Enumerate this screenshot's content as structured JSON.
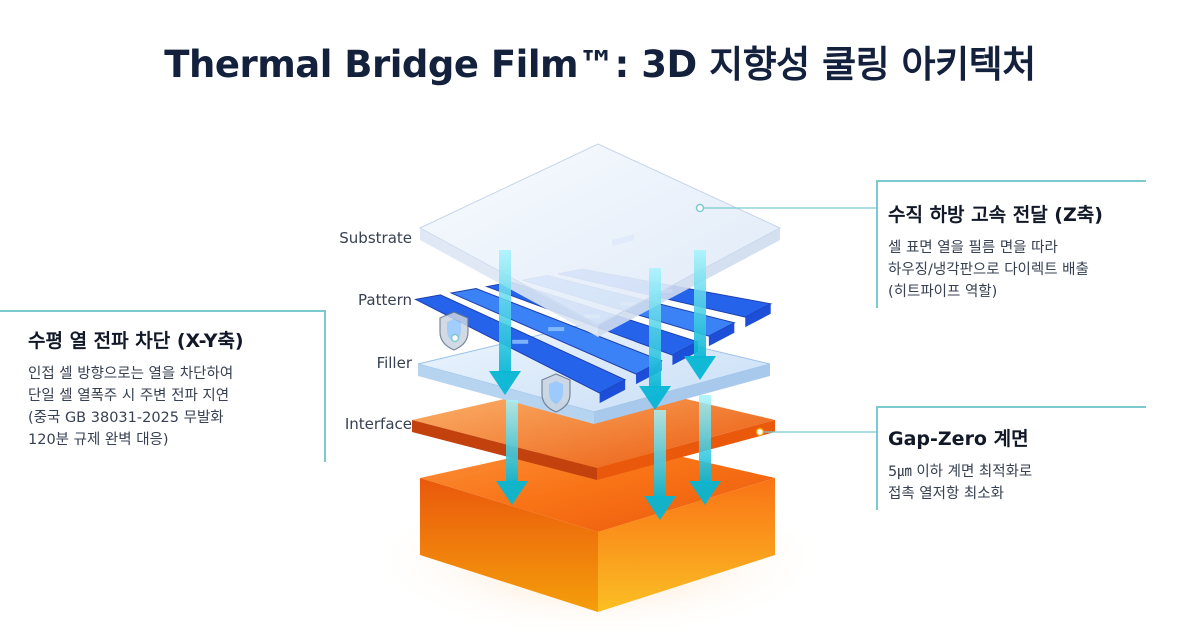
{
  "title": "Thermal Bridge Film™: 3D 지향성 쿨링 아키텍처",
  "layers": {
    "substrate": "Substrate",
    "pattern": "Pattern",
    "filler": "Filler",
    "interface": "Interface"
  },
  "callouts": {
    "vertical": {
      "title": "수직 하방 고속 전달 (Z축)",
      "lines": [
        "셀 표면 열을 필름 면을 따라",
        "하우징/냉각판으로 다이렉트 배출",
        "(히트파이프 역할)"
      ]
    },
    "horizontal": {
      "title": "수평 열 전파 차단 (X-Y축)",
      "lines": [
        "인접 셀 방향으로는 열을 차단하여",
        "단일 셀 열폭주 시 주변 전파 지연",
        "(중국 GB 38031-2025 무발화",
        "120분 규제 완벽 대응)"
      ]
    },
    "gapzero": {
      "title": "Gap-Zero 계면",
      "lines": [
        "5㎛ 이하 계면 최적화로",
        "접촉 열저항 최소화"
      ]
    }
  },
  "colors": {
    "title": "#14213d",
    "accent_line": "#7cc9cf",
    "arrow": "#22d3ee",
    "pattern_blue": "#2563eb",
    "interface_orange": "#f97316",
    "base_orange": "#f59e0b"
  }
}
